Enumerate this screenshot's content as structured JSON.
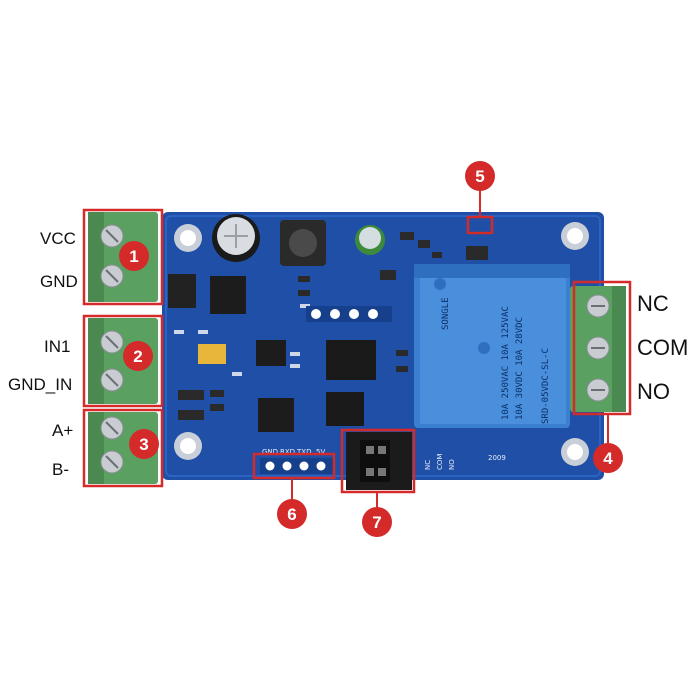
{
  "labels": {
    "left": [
      "VCC",
      "GND",
      "IN1",
      "GND_IN",
      "A+",
      "B-"
    ],
    "right": [
      "NC",
      "COM",
      "NO"
    ]
  },
  "markers": [
    "1",
    "2",
    "3",
    "4",
    "5",
    "6",
    "7"
  ],
  "pcb": {
    "relay_lines": [
      "10A 250VAC 10A 125VAC",
      "10A 30VDC 10A 28VDC",
      "SRD-05VDC-SL-C"
    ],
    "relay_brand": "SONGLE",
    "pin_header_labels": [
      "GND",
      "RXD",
      "TXD",
      "5V"
    ],
    "board_code": "2009",
    "relay_side_labels": [
      "NC",
      "COM",
      "NO"
    ]
  },
  "colors": {
    "pcb": "#1f4fa6",
    "relay": "#3b7fd0",
    "terminal": "#5aa060",
    "marker": "#d42a2a"
  }
}
